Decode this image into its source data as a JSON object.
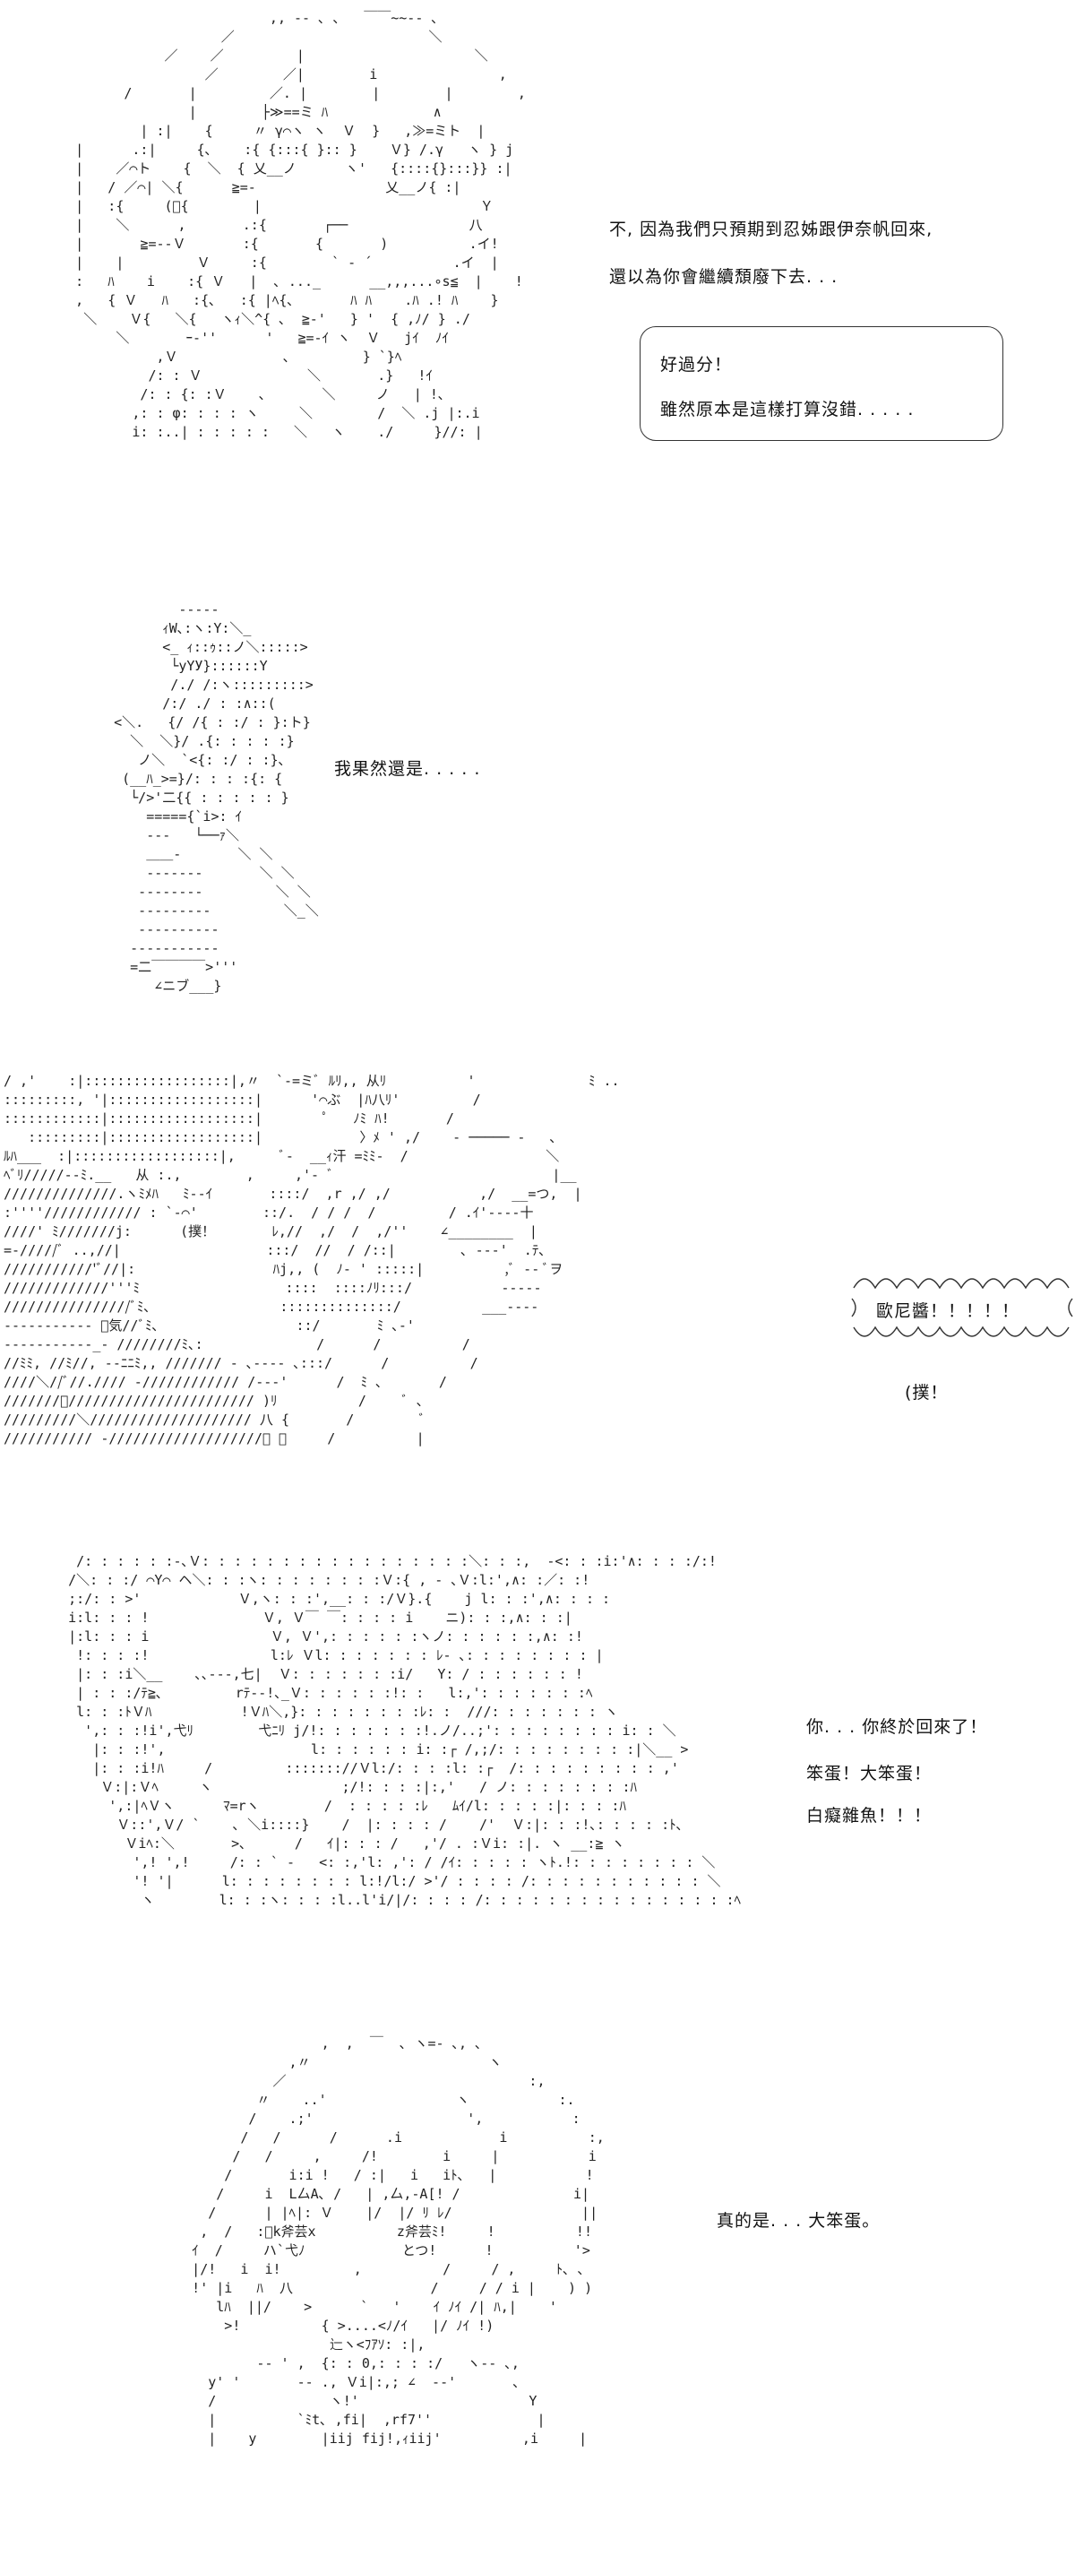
{
  "panel1": {
    "narration": [
      "不, 因為我們只預期到忍姊跟伊奈帆回來,",
      "還以為你會繼續頹廢下去. . ."
    ],
    "bubble": [
      "好過分！",
      "雖然原本是這樣打算沒錯. . . . ."
    ],
    "art": "                              ,, ‐‐ ､ ､   ￣￣~~‐‐ ､\n                        ／                        ＼\n                 ／    ／         |                     ＼\n                      ／        ／|        i               ,\n            /       |         ／. |        |        |        ,\n                    |        ├≫==ミ ﾊ             ∧\n              | :|    {     〃 γ⌒ヽ ヽ  Ｖ  }   ,≫=ミト  |\n      |      .:|     {､    :{ {:::{ }:: }    Ｖ} /.γ   ヽ } j\n      |    ／⌒ト    {  ＼  { 乂__ノ      ヽ'   {::::{}:::}} :|\n      |   / ／⌒| ＼{      ≧=‐                乂__ノ{ :|\n      |   :{     (ﾞ{        |                           Ｙ\n      |    ＼      ,       .:{       ┌──               八\n      |       ≧=‐‐Ｖ       :{       {       )          .イ!\n      |    |         Ｖ     :{        ` ‐ ´          .イ  |\n      :   ﾊ    i    :{ Ｖ   |  ､ ..._      __,,,...∘s≦  |    !\n      ,   { Ｖ   ﾊ   :{､   :{ |ﾍ{､       ﾊ ﾊ    .ﾊ .! ﾊ    }\n       ＼    Ｖ{   ＼{   ヽｨ＼^{ ､  ≧‐'   } '  { ,ﾉ/ } ./\n           ＼       ｰ‐''      '   ≧=‐ｲ ヽ  Ｖ   jｲ  ﾉｲ\n                ,Ｖ             ､         } `}ﾍ\n               /: : Ｖ             ＼       .}   !ｲ\n              /: : {: :Ｖ    ､       ＼     ノ   | !､\n             ,: : φ: : : : ヽ     ＼        /  ＼ .j |:.i\n             i: :..| : : : : :   ＼   ヽ    ./     }//: |"
  },
  "panel2": {
    "narration": "我果然還是. . . . .",
    "art": "           ‐‐‐‐‐\n         ｨW､:ヽ:Y:＼_\n         <_ ｨ::ｩ::ノ＼:::::>\n          └yYУ}::::::Y\n          /./ /:ヽ:::::::::>\n         /:/ ./ : :∧::(\n   <＼.   {/ /{ : :/ : }:ト}\n     ＼  ＼}/ .{: : : : :}\n      ノ＼  `<{: :/ : :}､\n    (__ﾊ_>=}/: : : :{: {\n     └/>'二{{ : : : : : }\n       ====={`i>: ｲ\n       ‐‐‐   └──ｧ＼\n       ＿＿‐       ＼ ＼\n       ‐‐‐‐‐‐‐       ＼ ＼\n      ‐‐‐‐‐‐‐‐         ＼ ＼\n      ‐‐‐‐‐‐‐‐‐         ＼_＼\n      ‐‐‐‐‐‐‐‐‐‐\n     ‐‐‐‐‐‐‐‐‐‐‐\n     =二￣￣￣￣>'''\n        ∠ニブ___}"
  },
  "panel3": {
    "sfx": "(撲！",
    "shout": "歐尼醬！！！！！",
    "art": "/ ,'    :|::::::::::::::::::|,〃  `‐=ミﾞ ﾙﾘ,, 从ﾘ          '              ﾐ ..\n:::::::::, '|::::::::::::::::::|      '⌒ぶ  |ﾊ八ﾘ'         /\n::::::::::::|::::::::::::::::::|        ﾟ   ﾉﾐ ﾊ!       /\n   :::::::::|::::::::::::::::::|            〉ﾒ ' ,/    ‐ ───── ‐   ､\nﾙﾊ___  :|::::::::::::::::::|,      ﾞ‐  __ｨ汗 =ﾐﾐ‐  /                 ＼\nﾍﾞﾘ/////‐‐ﾐ.__   从 :.,        ,     ,'‐ ﾞ                           |__\n//////////////.ヽﾐﾒﾊ   ﾐ‐‐ｲ       ::::/  ,r ,/ ,/           ,/  __=つ,  |\n:''''//////////// : `‐⌒'        ::/.  / / /  /         / .ｲ'‐‐‐‐十\n////' ﾐ///////j:      (撲！       ﾚ,//  ,/  /  ,/''    ∠________  |\n=‐/////ﾞ ..,//|                  :::/  //  / /::|        ､ ‐‐‐'  .ﾃ､\n///////////'ﾞ//|:                 ﾊj,, (  ﾉ‐ ' :::::|          ,ﾞ ‐‐ ﾞヲ\n/////////////'''ﾐ                  ::::  ::::ﾉﾘ:::/           ‐‐‐‐‐\n////////////////ﾞﾐ､                ::::::::::::::/          ___‐‐‐‐\n‐‐‐‐‐‐‐‐‐‐‐ ﾞ気//ﾞﾐ､                 ::/       ﾐ ､‐'\n‐‐‐‐‐‐‐‐‐‐‐_‐ ////////ﾐ､:              /      /          /\n//ﾐﾐ, //ﾐ//, ‐‐ﾆﾆﾐ,, /////// ‐ ､‐‐‐‐ ､:::/      /          /\n////＼//ﾞ//.//// ‐//////////// /‐‐‐'      /  ﾐ ､       /\n///////ﾞ/////////////////////// )ﾘ          /     ﾞ ､\n/////////＼//////////////////// 八 {       /        ﾞ\n/////////// ‐///////////////////ﾞ ､     /          |"
  },
  "panel4": {
    "narration": [
      "你. . . 你終於回來了！",
      "笨蛋！大笨蛋！",
      "白癡雜魚！！！"
    ],
    "art": "     /: : : : : :‐､Ｖ: : : : : : : : : : : : : : : : :＼: : :,  ‐<: : :i:'∧: : : :/:!\n    /＼: : :/ ⌒Y⌒ ヘ＼: : :ヽ: : : : : : : :Ｖ:{ , ‐ ､Ｖ:l:',∧: :／: :!\n    ;:/: : >'            Ｖ,ヽ: : :',__: : :/Ｖ}.{    j l: : :',∧: : : :\n    i:l: : : !              Ｖ, Ｖ￣ ￣: : : : i    ニ): : :,∧: : :|\n    |:l: : : i               Ｖ, Ｖ',: : : : : :ヽノ: : : : : :,∧: :!\n     !: : : :!               l:ﾚ Ｖl: : : : : : : ﾚ‐ ､: : : : : : : : |\n     |: : :i＼__    ､､‐‐‐,七|  Ｖ: : : : : : :i/   Y: / : : : : : : !\n     | : : :/ﾃ≧､         rﾃ‐‐!､_Ｖ: : : : : :!: :   l:,': : : : : : :ﾍ\n     l: : :ﾄＶﾊ           !Ｖﾊ＼,}: : : : : : : :ﾚ: :  ///: : : : : : : ヽ\n      ',: : :!i',弋ﾘ        弋ﾆﾘ j/!: : : : : : :!.ノ/..;': : : : : : : : i: : ＼\n       |: : :!',                  l: : : : : : i: :┌ /,;/: : : : : : : : :|＼__ >\n       |: : :i!ﾊ     /         ::::::://Ｖl:/: : : :l: :┌  /: : : : : : : : : ,'\n        Ｖ:|:Ｖﾍ     ヽ                ;/!: : : :|:,'   / ノ: : : : : : : :ﾊ\n         ',:|ﾍＶヽ      ﾏ=rヽ        /  : : : : :ﾚ   ﾑｲ/l: : : : :|: : : :ﾊ\n          Ｖ::',Ｖ/ `    ､ ＼i::::}    /  |: : : : /    /'  Ｖ:|: : :!､: : : : :ﾄ､\n           Ｖiﾍ:＼       >､      /   ｲ|: : : /   ,'/ . :Ｖi: :|. ヽ __:≧ ヽ\n            ',! ',!     /: : ` ‐   <: :,'l: ,': / /ｲ: : : : : ヽﾄ.!: : : : : : : : ＼\n            '! '|      l: : : : : : : : l:!/l:/ >'/ : : : : /: : : : : : : : : : : ＼\n             ヽ        l: : :ヽ: : : :l..l'i/|/: : : : /: : : : : : : : : : : : : : : :ﾍ"
  },
  "panel5": {
    "narration": "真的是. . . 大笨蛋。",
    "art": "                      ,  ,  ￣  ､ ヽ=‐ ､, ､\n                  ,〃                      ヽ\n                ／                              :,\n              〃    ..'                ヽ           :.\n             /    .;'                   ',           :\n            /   /      /      .i            i          :,\n           /   /     ,     /!        i     |           i\n          /       i:i !   / :|   i   iﾄ､   |           !\n         /     i  L厶A､ /   | ,厶,‐A[! /              i|\n        /      | |ﾍ|: Ｖ    |/  |/ ﾘ ﾚ/                ||\n       ,  /   :ﾞk斧芸x          z斧芸ﾐ!     !          !!\n      ｲ  /     ハ`弋ﾉ            とつ!      !          '>\n      |/!   i  i!         ,          /     / ,     ﾄ､ ､\n      !' |i   ﾊ  八                 /     / / i |    ) )\n         lﾊ  ||/    >      `   '    ｲ ﾉｲ /| ﾊ,|    '\n          >!          { >....<ﾉ/ｲ   |/ ﾉｲ !)\n                       辷ヽ<ﾌｱｿ: :|,\n              ‐‐ ' ,  {: : 0,: : : :/   ヽ‐‐ ､,\n        y' '       ‐‐ ., Ｖi|:,; ∠  ‐‐'       ､\n        /              ヽ!'                     Y\n        |          `ﾐt､ ,fi|  ,rf7''             |\n        |    y        |iij fij!,ｨiij'          ,i     |"
  }
}
